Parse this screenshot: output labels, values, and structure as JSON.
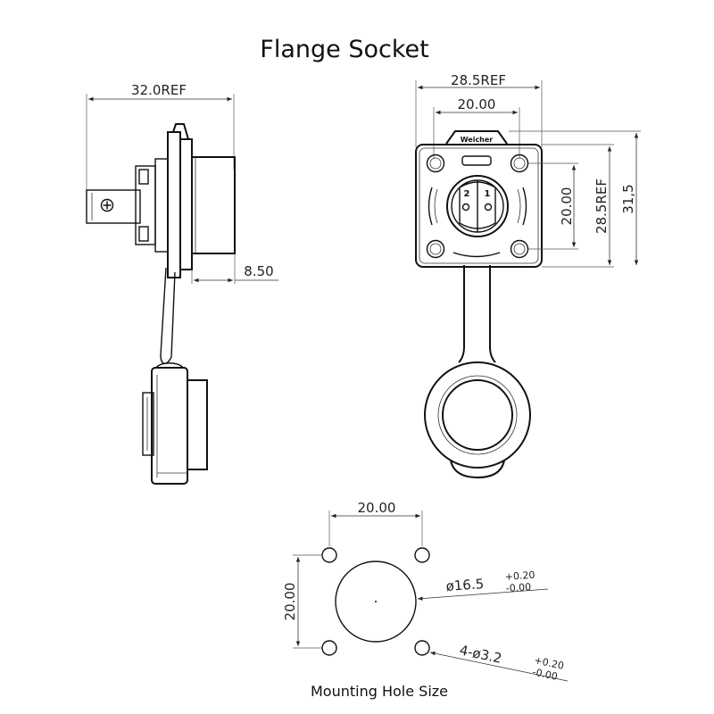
{
  "title": "Flange Socket",
  "caption": "Mounting Hole Size",
  "brand_label": "Weicher",
  "side_view": {
    "overall_length": "32.0REF",
    "flange_offset": "8.50"
  },
  "front_view": {
    "overall_width": "28.5REF",
    "hole_spacing_horizontal": "20.00",
    "hole_spacing_vertical": "20.00",
    "overall_height_ref": "28.5REF",
    "overall_height": "31,5",
    "pin_labels": [
      "2",
      "1"
    ]
  },
  "mounting_hole": {
    "hole_spacing_horizontal": "20.00",
    "hole_spacing_vertical": "20.00",
    "center_hole_diameter": "ø16.5",
    "center_hole_tol_plus": "+0.20",
    "center_hole_tol_minus": "-0.00",
    "screw_hole_spec": "4-ø3.2",
    "screw_hole_tol_plus": "+0.20",
    "screw_hole_tol_minus": "-0.00"
  }
}
